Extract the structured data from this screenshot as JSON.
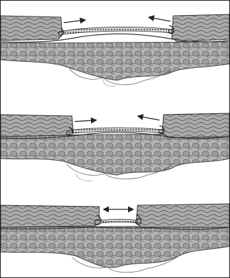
{
  "figure": {
    "colors": {
      "border": "#1a1a1a",
      "muscle_fill": "#a9a9a9",
      "muscle_line": "#3a3a3a",
      "fat_fill": "#b4b4b4",
      "fat_line": "#555555",
      "mesh_fill": "#6e6e6e",
      "arrow": "#222222"
    },
    "panels": [
      {
        "stage": 1,
        "description_icon": "mesh-overlay-icon"
      },
      {
        "stage": 2,
        "description_icon": "mesh-bridging-icon"
      },
      {
        "stage": 3,
        "description_icon": "mesh-closure-icon"
      }
    ]
  }
}
